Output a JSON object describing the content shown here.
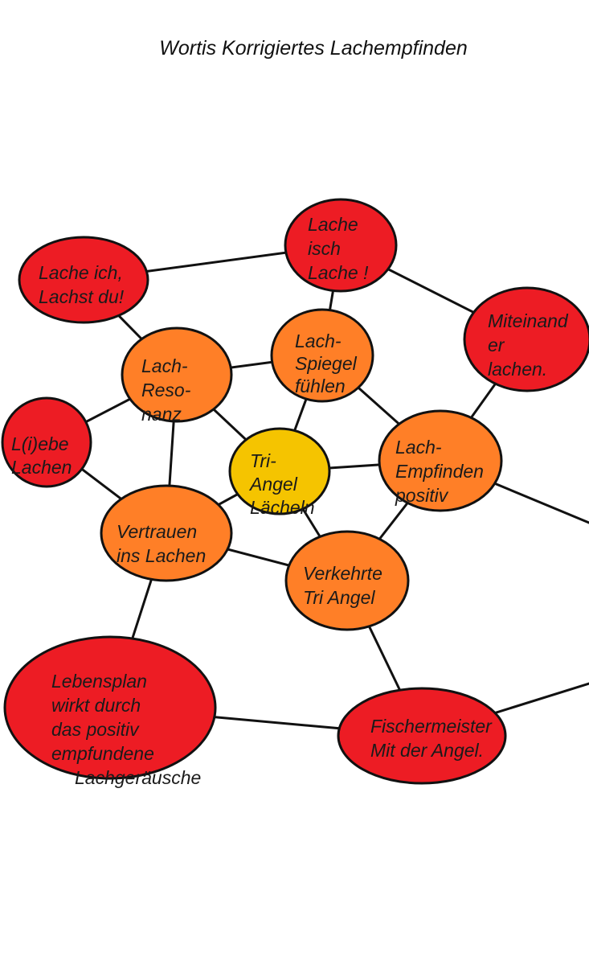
{
  "title": "Wortis Korrigiertes  Lachempfinden",
  "colors": {
    "red": "#ed1c24",
    "orange": "#ff7f27",
    "yellow": "#f5c400",
    "outline": "#111111"
  },
  "nodes": [
    {
      "id": "lache-isch",
      "lines": [
        "Lache",
        "isch",
        "Lache !"
      ],
      "color": "red"
    },
    {
      "id": "lache-ich",
      "lines": [
        "Lache ich,",
        "Lachst du!"
      ],
      "color": "red"
    },
    {
      "id": "miteinander",
      "lines": [
        "Miteinand",
        "er",
        "lachen."
      ],
      "color": "red"
    },
    {
      "id": "lach-spiegel",
      "lines": [
        "Lach-",
        "Spiegel",
        "fühlen"
      ],
      "color": "orange"
    },
    {
      "id": "lach-resonanz",
      "lines": [
        "Lach-",
        "Reso-",
        "nanz"
      ],
      "color": "orange"
    },
    {
      "id": "liebe-lachen",
      "lines": [
        "L(i)ebe",
        "Lachen"
      ],
      "color": "red"
    },
    {
      "id": "tri-angel",
      "lines": [
        "Tri-",
        "Angel",
        "Lächeln"
      ],
      "color": "yellow"
    },
    {
      "id": "lach-empfinden",
      "lines": [
        "Lach-",
        "Empfinden",
        "positiv"
      ],
      "color": "orange"
    },
    {
      "id": "vertrauen",
      "lines": [
        "Vertrauen",
        "ins Lachen"
      ],
      "color": "orange"
    },
    {
      "id": "verkehrte",
      "lines": [
        "Verkehrte",
        "Tri Angel"
      ],
      "color": "orange"
    },
    {
      "id": "lebensplan",
      "lines": [
        "Lebensplan",
        "wirkt durch",
        "das positiv",
        "empfundene",
        "Lachgeräusche"
      ],
      "color": "red"
    },
    {
      "id": "fischermeister",
      "lines": [
        "Fischermeister",
        "Mit der Angel."
      ],
      "color": "red"
    }
  ],
  "edges": [
    [
      "lache-ich",
      "lache-isch"
    ],
    [
      "lache-isch",
      "miteinander"
    ],
    [
      "lache-isch",
      "lach-spiegel"
    ],
    [
      "lache-ich",
      "lach-resonanz"
    ],
    [
      "lach-resonanz",
      "lach-spiegel"
    ],
    [
      "lach-spiegel",
      "tri-angel"
    ],
    [
      "lach-spiegel",
      "lach-empfinden"
    ],
    [
      "miteinander",
      "lach-empfinden"
    ],
    [
      "lach-resonanz",
      "liebe-lachen"
    ],
    [
      "lach-resonanz",
      "tri-angel"
    ],
    [
      "lach-resonanz",
      "vertrauen"
    ],
    [
      "liebe-lachen",
      "vertrauen"
    ],
    [
      "tri-angel",
      "lach-empfinden"
    ],
    [
      "tri-angel",
      "vertrauen"
    ],
    [
      "tri-angel",
      "verkehrte"
    ],
    [
      "lach-empfinden",
      "verkehrte"
    ],
    [
      "lach-empfinden",
      "offpage-right-1"
    ],
    [
      "vertrauen",
      "verkehrte"
    ],
    [
      "vertrauen",
      "lebensplan"
    ],
    [
      "verkehrte",
      "fischermeister"
    ],
    [
      "lebensplan",
      "fischermeister"
    ],
    [
      "fischermeister",
      "offpage-right-2"
    ]
  ]
}
